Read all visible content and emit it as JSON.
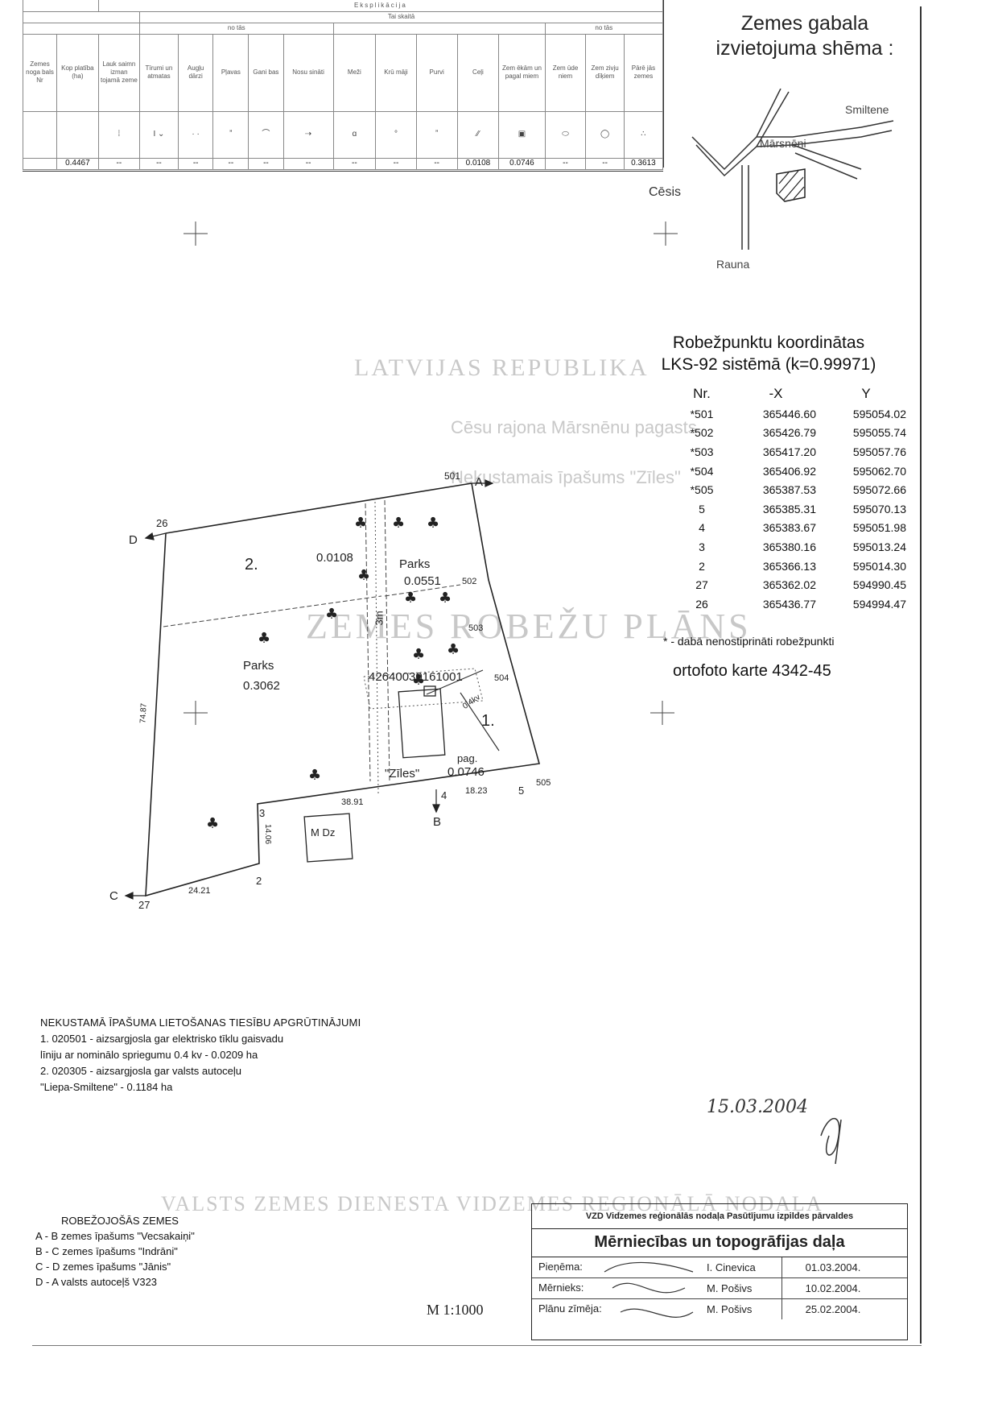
{
  "land_use_table": {
    "header_top": "Eksplikācija",
    "header_sub": "Tai skaitā",
    "group1": "no tās",
    "group2": "no tās",
    "columns": [
      "Zemes noga bals Nr",
      "Kop platība (ha)",
      "Lauk saimn izman tojamā zeme",
      "Tīrumi un atmatas",
      "Augļu dārzi",
      "Pļavas",
      "Gani bas",
      "Nosu sināti",
      "Meži",
      "Krū māji",
      "Purvi",
      "Ceļi",
      "Zem ēkām un pagal miem",
      "Zem ūde niem",
      "Zem zivju dīķiem",
      "Pārē jās zemes"
    ],
    "values": [
      "",
      "0.4467",
      "--",
      "--",
      "--",
      "--",
      "--",
      "--",
      "--",
      "--",
      "--",
      "0.0108",
      "0.0746",
      "--",
      "--",
      "0.3613"
    ]
  },
  "location": {
    "title": "Zemes gabala izvietojuma shēma :",
    "labels": {
      "smiltene": "Smiltene",
      "marsneni": "Mārsnēni",
      "cesis": "Cēsis",
      "rauna": "Rauna"
    }
  },
  "coordinates": {
    "title_line1": "Robežpunktu koordinātas",
    "title_line2": "LKS-92 sistēmā (k=0.99971)",
    "headers": [
      "Nr.",
      "-X",
      "Y"
    ],
    "rows": [
      [
        "*501",
        "365446.60",
        "595054.02"
      ],
      [
        "*502",
        "365426.79",
        "595055.74"
      ],
      [
        "*503",
        "365417.20",
        "595057.76"
      ],
      [
        "*504",
        "365406.92",
        "595062.70"
      ],
      [
        "*505",
        "365387.53",
        "595072.66"
      ],
      [
        "5",
        "365385.31",
        "595070.13"
      ],
      [
        "4",
        "365383.67",
        "595051.98"
      ],
      [
        "3",
        "365380.16",
        "595013.24"
      ],
      [
        "2",
        "365366.13",
        "595014.30"
      ],
      [
        "27",
        "365362.02",
        "594990.45"
      ],
      [
        "26",
        "365436.77",
        "594994.47"
      ]
    ],
    "note": "* - dabā nenostiprināti robežpunkti",
    "ortho": "ortofoto karte 4342-45"
  },
  "plan": {
    "parcel2": "2.",
    "parcel1": "1.",
    "parks_a": "Parks",
    "parks_a_area": "0.3062",
    "parks_b": "Parks",
    "parks_b_area": "0.0551",
    "road_area": "0.0108",
    "strip": "3m",
    "cadastre": "42640030161001",
    "voltage": "0.4kv",
    "pag": "pag.",
    "ziles": "\"Zīles\"",
    "ziles_area": "0.0746",
    "mdz": "M Dz",
    "dims": {
      "west": "74.87",
      "d38": "38.91",
      "d18": "18.23",
      "d14": "14.06",
      "d24": "24.21"
    },
    "points": {
      "p501": "501",
      "p502": "502",
      "p503": "503",
      "p504": "504",
      "p505": "505",
      "p26": "26",
      "p27": "27",
      "p2": "2",
      "p3": "3",
      "p4": "4",
      "p5": "5"
    },
    "letters": {
      "A": "A",
      "B": "B",
      "C": "C",
      "D": "D"
    }
  },
  "encumbrances": {
    "title": "NEKUSTAMĀ ĪPAŠUMA LIETOŠANAS TIESĪBU APGRŪTINĀJUMI",
    "line1": "1. 020501 - aizsargjosla gar elektrisko tīklu gaisvadu",
    "line2": "līniju ar nominālo spriegumu 0.4 kv - 0.0209 ha",
    "line3": "2. 020305 - aizsargjosla gar valsts autoceļu",
    "line4": "\"Liepa-Smiltene\" - 0.1184 ha"
  },
  "handwritten_date": "15.03.2004",
  "adjacent": {
    "title": "ROBEŽOJOŠĀS ZEMES",
    "items": [
      "A - B zemes īpašums \"Vecsakaiņi\"",
      "B - C zemes īpašums \"Indrāni\"",
      "C - D zemes īpašums \"Jānis\"",
      "D - A valsts autoceļš V323"
    ]
  },
  "scale": "M 1:1000",
  "stamp": {
    "org": "VZD Vidzemes reģionālās nodaļa Pasūtījumu izpildes pārvaldes",
    "dept": "Mērniecības un topogrāfijas daļa",
    "rows": [
      {
        "role": "Pieņēma:",
        "name": "I. Cinevica",
        "date": "01.03.2004."
      },
      {
        "role": "Mērnieks:",
        "name": "M. Pošivs",
        "date": "10.02.2004."
      },
      {
        "role": "Plānu zīmēja:",
        "name": "M. Pošivs",
        "date": "25.02.2004."
      }
    ]
  },
  "watermark": {
    "republic": "LATVIJAS REPUBLIKA",
    "county": "Cēsu rajona Mārsnēnu pagasts",
    "owner": "Nekustamais īpašums \"Zīles\"",
    "plan": "ZEMES ROBEŽU PLĀNS",
    "office": "VALSTS ZEMES DIENESTA VIDZEMES REĢIONĀLĀ NODAĻA"
  }
}
